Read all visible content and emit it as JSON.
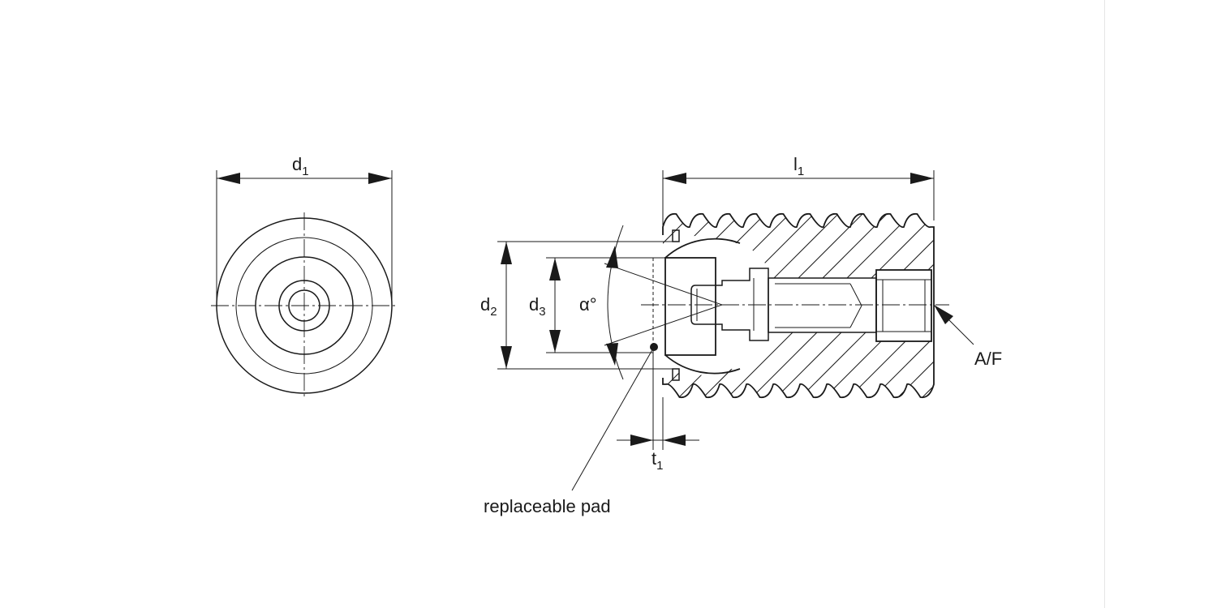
{
  "drawing": {
    "front_view": {
      "d1_main": "d",
      "d1_sub": "1"
    },
    "side_view": {
      "l1_main": "l",
      "l1_sub": "1",
      "d2_main": "d",
      "d2_sub": "2",
      "d3_main": "d",
      "d3_sub": "3",
      "alpha": "α°",
      "t1_main": "t",
      "t1_sub": "1",
      "af": "A/F",
      "pad_label": "replaceable pad"
    }
  },
  "colors": {
    "line": "#1a1a1a",
    "background": "#ffffff",
    "frame": "#e6e6e6"
  }
}
